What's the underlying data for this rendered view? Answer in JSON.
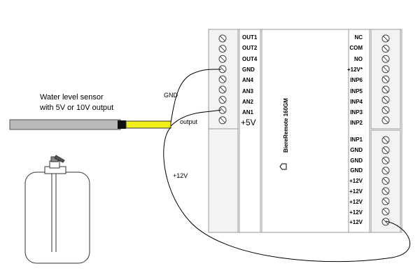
{
  "sensor": {
    "title_line1": "Water level sensor",
    "title_line2": "with 5V or 10V  output"
  },
  "wires": {
    "gnd_label": "GND",
    "output_label": "output",
    "supply_label": "+12V"
  },
  "module": {
    "name": "BiereRemote 160GM",
    "supply_label": "+5V",
    "left_terminals": [
      "OUT1",
      "OUT2",
      "OUT4",
      "GND",
      "AN4",
      "AN3",
      "AN2",
      "AN1"
    ],
    "right_top_terminals": [
      "NC",
      "COM",
      "NO",
      "+12V*",
      "INP6",
      "INP5",
      "INP4",
      "INP3",
      "INP2"
    ],
    "right_bottom_terminals": [
      "INP1",
      "GND",
      "GND",
      "GND",
      "+12V",
      "+12V",
      "+12V",
      "+12V",
      "+12V"
    ]
  },
  "colors": {
    "cable": "#f2ef1a",
    "sensor_body": "#b9b9b9",
    "board_outline": "#9a9a9a",
    "block_fill": "#f2f2f2"
  }
}
